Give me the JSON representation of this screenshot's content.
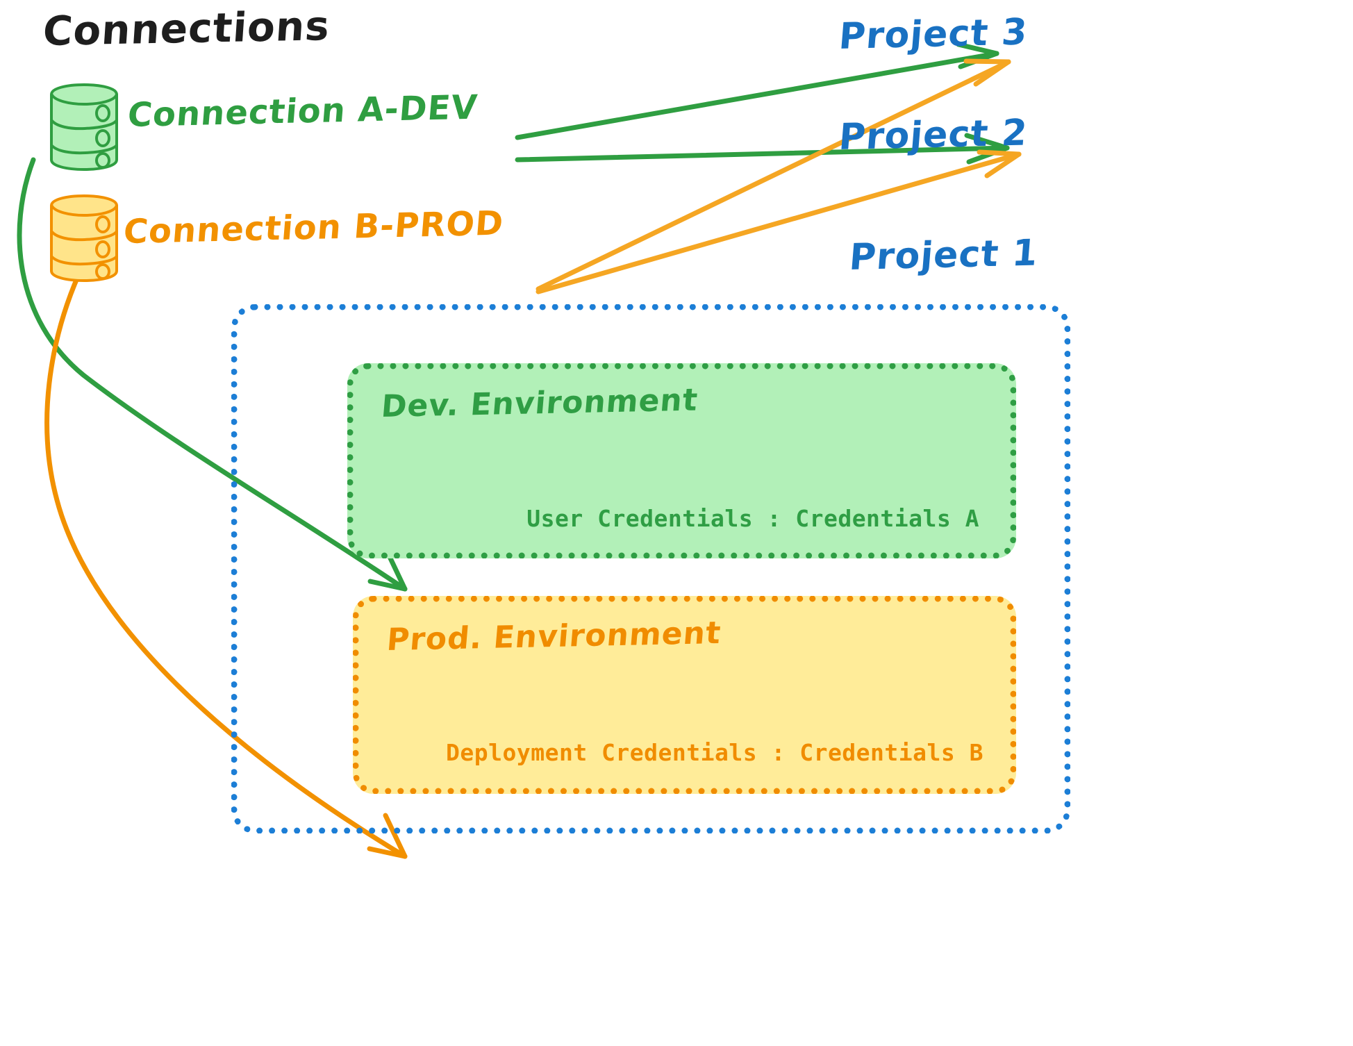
{
  "diagram": {
    "title": "Connections",
    "title_color": "#1e1e1e",
    "background": "#ffffff"
  },
  "connections": [
    {
      "id": "connection-a-dev",
      "label": "Connection A-DEV",
      "color": "#2f9e41",
      "icon": "database-cylinder-icon",
      "icon_fill": "#b2f0b8",
      "targets": [
        "Project 3",
        "Project 2",
        "Dev. Environment"
      ]
    },
    {
      "id": "connection-b-prod",
      "label": "Connection B-PROD",
      "color": "#f29100",
      "icon": "database-cylinder-icon",
      "icon_fill": "#ffec99",
      "targets": [
        "Project 3",
        "Project 2",
        "Prod. Environment"
      ]
    }
  ],
  "projects": [
    {
      "id": "project-3",
      "label": "Project 3",
      "color": "#1971c2"
    },
    {
      "id": "project-2",
      "label": "Project 2",
      "color": "#1971c2"
    },
    {
      "id": "project-1",
      "label": "Project 1",
      "color": "#1971c2"
    }
  ],
  "project1_container": {
    "label": "Project 1",
    "border_color": "#1c7ed6",
    "border_style": "dotted"
  },
  "environments": [
    {
      "id": "dev-environment",
      "title": "Dev. Environment",
      "credential_label": "User Credentials",
      "credential_separator": ":",
      "credential_value": "Credentials A",
      "credential_text": "User Credentials : Credentials A",
      "fill": "#b2f0b8",
      "border_color": "#2f9e44",
      "text_color": "#2f9e44"
    },
    {
      "id": "prod-environment",
      "title": "Prod. Environment",
      "credential_label": "Deployment Credentials",
      "credential_separator": ":",
      "credential_value": "Credentials B",
      "credential_text": "Deployment Credentials : Credentials B",
      "fill": "#ffec99",
      "border_color": "#f08c00",
      "text_color": "#f08c00"
    }
  ],
  "arrows": [
    {
      "id": "a-dev-to-project-3",
      "from": "Connection A-DEV",
      "to": "Project 3",
      "color": "#2f9e41"
    },
    {
      "id": "a-dev-to-project-2",
      "from": "Connection A-DEV",
      "to": "Project 2",
      "color": "#2f9e41"
    },
    {
      "id": "a-dev-to-dev-environment",
      "from": "Connection A-DEV",
      "to": "Dev. Environment",
      "color": "#2f9e41"
    },
    {
      "id": "b-prod-to-project-3",
      "from": "Connection B-PROD",
      "to": "Project 3",
      "color": "#f5a623"
    },
    {
      "id": "b-prod-to-project-2",
      "from": "Connection B-PROD",
      "to": "Project 2",
      "color": "#f5a623"
    },
    {
      "id": "b-prod-to-prod-environment",
      "from": "Connection B-PROD",
      "to": "Prod. Environment",
      "color": "#f29100"
    }
  ]
}
